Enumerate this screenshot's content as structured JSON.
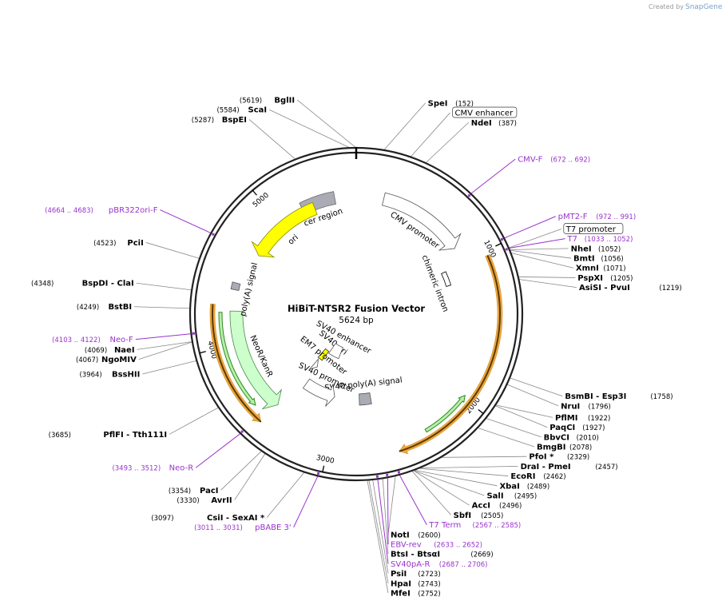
{
  "branding": {
    "created_by": "Created by",
    "product": "SnapGene"
  },
  "plasmid": {
    "name": "HiBiT-NTSR2 Fusion Vector",
    "size_label": "5624 bp",
    "length": 5624,
    "ticks": [
      "1000",
      "2000",
      "3000",
      "4000",
      "5000"
    ]
  },
  "colors": {
    "primer": "#9933cc",
    "ori": "#ffff00",
    "kan": "#ccffcc",
    "promoter": "#ffffff",
    "polyA": "#a9acb4",
    "orange": "#f0a02a",
    "green_arrow": "#2e8b1f",
    "backbone": "#222222"
  },
  "features": [
    {
      "label": "cer region",
      "type": "block",
      "start": 5200,
      "end": 5460
    },
    {
      "label": "CMV promoter",
      "type": "promoter-arrow",
      "start": 210,
      "end": 880
    },
    {
      "label": "chimeric intron",
      "type": "intron",
      "start": 1010,
      "end": 1140
    },
    {
      "label": "SV40 poly(A) signal",
      "type": "polyA",
      "start": 2660,
      "end": 2780
    },
    {
      "label": "SV40 promoter",
      "type": "promoter-arrow",
      "start": 3040,
      "end": 3370
    },
    {
      "label": "SV40 ori",
      "type": "ori-small",
      "start": 3380,
      "end": 3460
    },
    {
      "label": "SV40 enhancer",
      "type": "block-white",
      "start": 3150,
      "end": 3360
    },
    {
      "label": "EM7 promoter",
      "type": "promoter-small",
      "start": 3380,
      "end": 3440
    },
    {
      "label": "NeoR/KanR",
      "type": "cds",
      "start": 3450,
      "end": 4240
    },
    {
      "label": "poly(A) signal",
      "type": "polyA",
      "start": 4395,
      "end": 4445
    },
    {
      "label": "ori",
      "type": "ori",
      "start": 4700,
      "end": 5290
    }
  ],
  "orf_arcs": [
    {
      "start": 1030,
      "end": 2540,
      "dir": "cw"
    },
    {
      "start": 3460,
      "end": 4280,
      "dir": "ccw"
    }
  ],
  "enzymes": [
    {
      "name": "ScaI",
      "position": "(5584)",
      "pos": 5584
    },
    {
      "name": "BglII",
      "position": "(5619)",
      "pos": 5619
    },
    {
      "name": "SpeI",
      "position": "(152)",
      "pos": 152
    },
    {
      "name": "NdeI",
      "position": "(387)",
      "pos": 387
    },
    {
      "name": "BspEI",
      "position": "(5287)",
      "pos": 5287
    },
    {
      "name": "NheI",
      "position": "(1052)",
      "pos": 1052
    },
    {
      "name": "BmtI",
      "position": "(1056)",
      "pos": 1056
    },
    {
      "name": "XmnI",
      "position": "(1071)",
      "pos": 1071
    },
    {
      "name": "PspXI",
      "position": "(1205)",
      "pos": 1205
    },
    {
      "name": "AsiSI  -  PvuI",
      "position": "(1219)",
      "pos": 1219
    },
    {
      "name": "BsmBI  -  Esp3I",
      "position": "(1758)",
      "pos": 1758
    },
    {
      "name": "NruI",
      "position": "(1796)",
      "pos": 1796
    },
    {
      "name": "PflMI",
      "position": "(1922)",
      "pos": 1922
    },
    {
      "name": "PaqCI",
      "position": "(1927)",
      "pos": 1927
    },
    {
      "name": "BbvCI",
      "position": "(2010)",
      "pos": 2010
    },
    {
      "name": "BmgBI",
      "position": "(2078)",
      "pos": 2078
    },
    {
      "name": "PfoI *",
      "position": "(2329)",
      "pos": 2329
    },
    {
      "name": "DraI  -  PmeI",
      "position": "(2457)",
      "pos": 2457
    },
    {
      "name": "EcoRI",
      "position": "(2462)",
      "pos": 2462
    },
    {
      "name": "XbaI",
      "position": "(2489)",
      "pos": 2489
    },
    {
      "name": "SalI",
      "position": "(2495)",
      "pos": 2495
    },
    {
      "name": "AccI",
      "position": "(2496)",
      "pos": 2496
    },
    {
      "name": "SbfI",
      "position": "(2505)",
      "pos": 2505
    },
    {
      "name": "NotI",
      "position": "(2600)",
      "pos": 2600
    },
    {
      "name": "BtsI  -  BtsαI",
      "position": "(2669)",
      "pos": 2669
    },
    {
      "name": "PsiI",
      "position": "(2723)",
      "pos": 2723
    },
    {
      "name": "HpaI",
      "position": "(2743)",
      "pos": 2743
    },
    {
      "name": "MfeI",
      "position": "(2752)",
      "pos": 2752
    },
    {
      "name": "CsiI  -  SexAI *",
      "position": "(3097)",
      "pos": 3097
    },
    {
      "name": "AvrII",
      "position": "(3330)",
      "pos": 3330
    },
    {
      "name": "PacI",
      "position": "(3354)",
      "pos": 3354
    },
    {
      "name": "PflFI  -  Tth111I",
      "position": "(3685)",
      "pos": 3685
    },
    {
      "name": "BssHII",
      "position": "(3964)",
      "pos": 3964
    },
    {
      "name": "NgoMIV",
      "position": "(4067)",
      "pos": 4067
    },
    {
      "name": "NaeI",
      "position": "(4069)",
      "pos": 4069
    },
    {
      "name": "BstBI",
      "position": "(4249)",
      "pos": 4249
    },
    {
      "name": "BspDI  -  ClaI",
      "position": "(4348)",
      "pos": 4348
    },
    {
      "name": "PciI",
      "position": "(4523)",
      "pos": 4523
    }
  ],
  "primers": [
    {
      "name": "CMV-F",
      "range": "(672 .. 692)",
      "pos": 682
    },
    {
      "name": "pMT2-F",
      "range": "(972 .. 991)",
      "pos": 982
    },
    {
      "name": "T7",
      "range": "(1033 .. 1052)",
      "pos": 1042
    },
    {
      "name": "T7 Term",
      "range": "(2567 .. 2585)",
      "pos": 2576
    },
    {
      "name": "EBV-rev",
      "range": "(2633 .. 2652)",
      "pos": 2642
    },
    {
      "name": "SV40pA-R",
      "range": "(2687 .. 2706)",
      "pos": 2696
    },
    {
      "name": "pBABE 3'",
      "range": "(3011 .. 3031)",
      "pos": 3021
    },
    {
      "name": "Neo-R",
      "range": "(3493 .. 3512)",
      "pos": 3502
    },
    {
      "name": "Neo-F",
      "range": "(4103 .. 4122)",
      "pos": 4112
    },
    {
      "name": "pBR322ori-F",
      "range": "(4664 .. 4683)",
      "pos": 4673
    }
  ],
  "boxed_labels": [
    {
      "label": "CMV enhancer",
      "pos": 300
    },
    {
      "label": "T7 promoter",
      "pos": 1040
    }
  ]
}
